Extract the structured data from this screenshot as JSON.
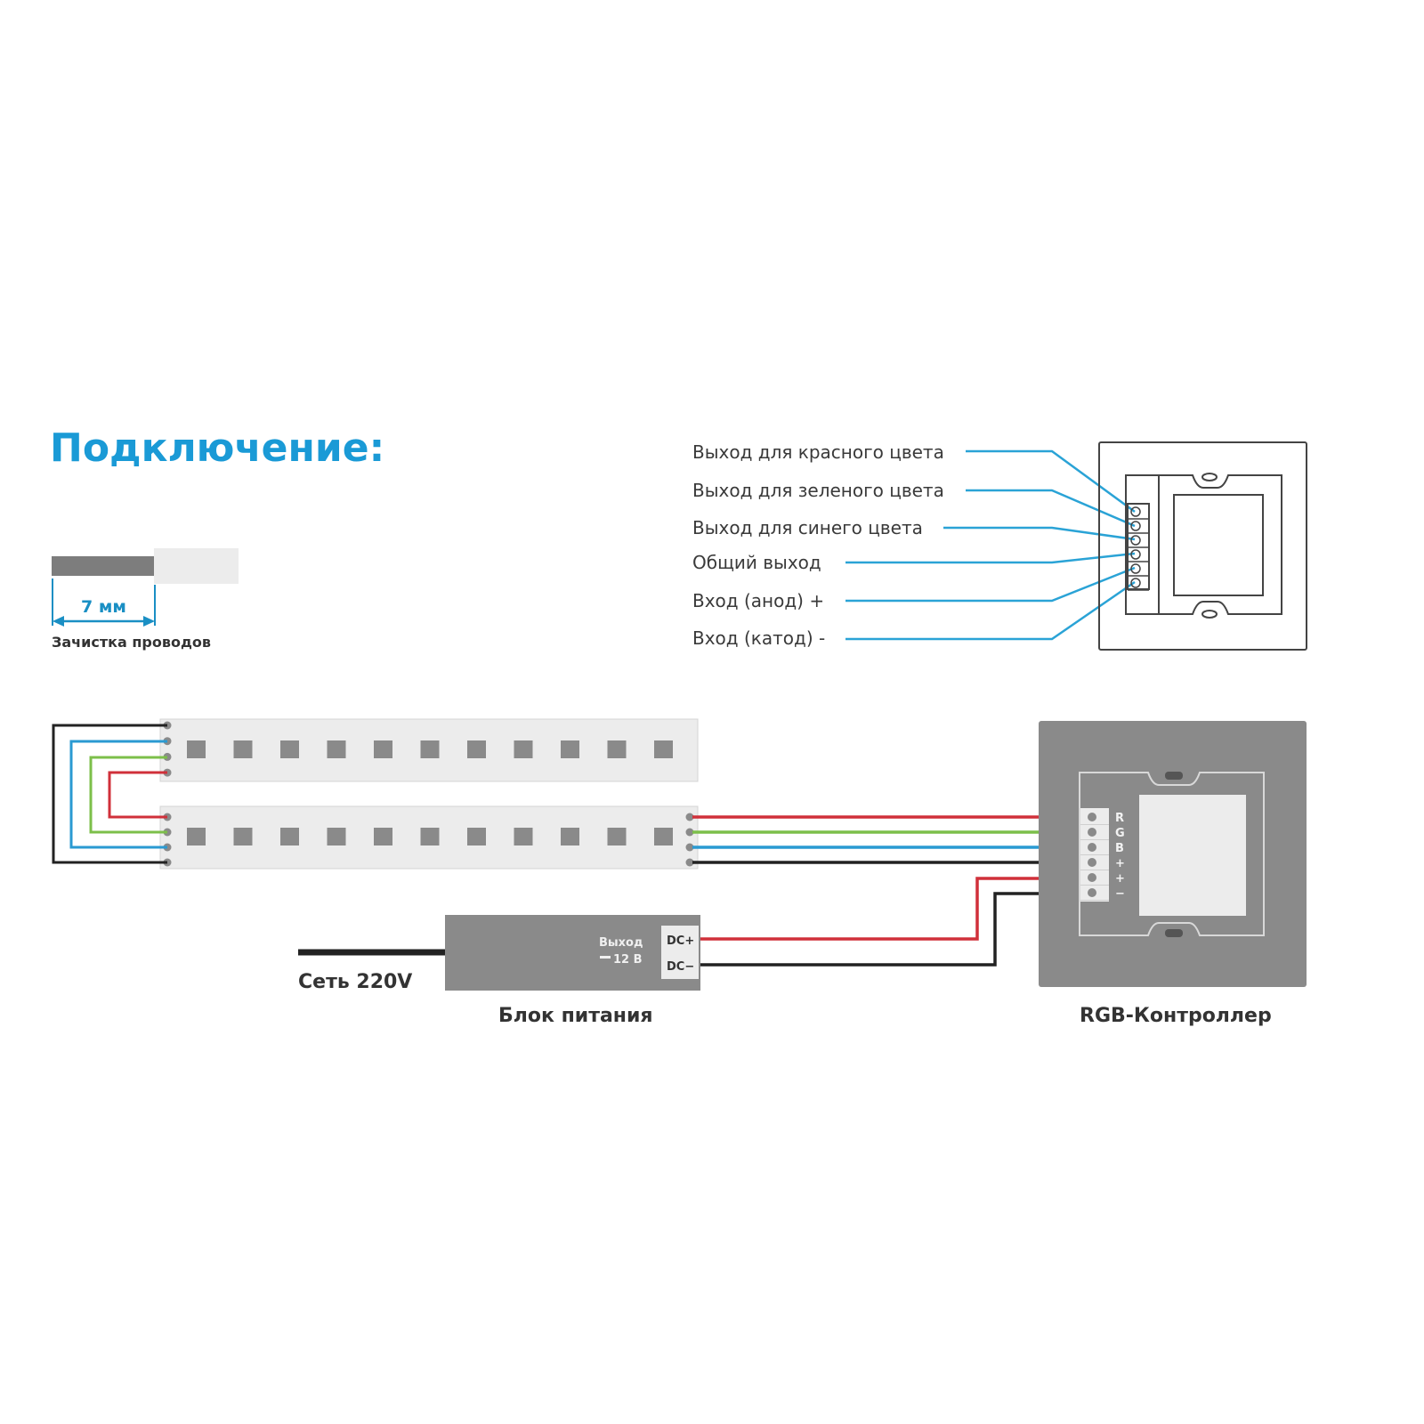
{
  "title": "Подключение:",
  "colors": {
    "accent": "#1a9ad6",
    "wire_red": "#d0303a",
    "wire_green": "#7cbf4a",
    "wire_blue": "#2a9ad2",
    "wire_black": "#222222",
    "device_gray": "#8a8a8a",
    "strip_fill": "#ececec"
  },
  "wire_strip": {
    "dimension": "7 мм",
    "caption": "Зачистка проводов"
  },
  "controller_pinout": {
    "labels": [
      "Выход для красного цвета",
      "Выход для зеленого цвета",
      "Выход для синего цвета",
      "Общий выход",
      "Вход (анод) +",
      "Вход (катод) -"
    ]
  },
  "led_strips": {
    "count": 2,
    "leds_per_strip": 11
  },
  "power_supply": {
    "label": "Блок питания",
    "output_title": "Выход",
    "output_voltage": "12 В",
    "terminal_plus": "DC+",
    "terminal_minus": "DC−",
    "mains_label": "Сеть 220V"
  },
  "controller": {
    "label": "RGB-Контроллер",
    "terminals": [
      "R",
      "G",
      "B",
      "+",
      "+",
      "−"
    ]
  }
}
